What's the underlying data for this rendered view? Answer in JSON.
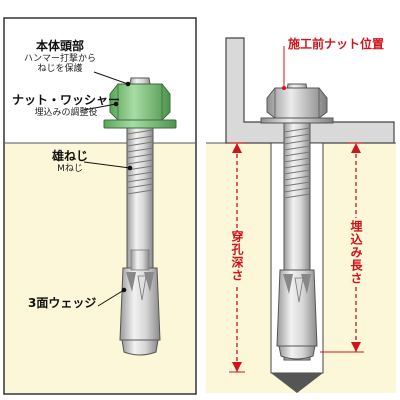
{
  "left_panel": {
    "head_label": {
      "title": "本体頭部",
      "desc": [
        "ハンマー打撃から",
        "ねじを保護"
      ]
    },
    "nut_label": {
      "title": "ナット・ワッシャー",
      "desc": [
        "埋込みの調整役"
      ]
    },
    "thread_label": {
      "title": "雄ねじ",
      "desc": [
        "Mねじ"
      ]
    },
    "wedge_label": {
      "title": "3面ウェッジ"
    }
  },
  "right_panel": {
    "nut_position_label": "施工前ナット位置",
    "drill_depth_label": "穿孔深さ",
    "embed_length_label": "埋込み長さ"
  },
  "colors": {
    "accent": "#d0141b",
    "concrete": "#fbf7d8",
    "nut": "#7fbf7a",
    "metal": "#c8c8c8",
    "outline": "#444444"
  }
}
